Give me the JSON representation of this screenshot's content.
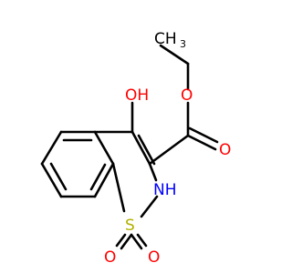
{
  "molecule": {
    "labels": {
      "hydroxyl": "OH",
      "carbonyl_oxygen": "O",
      "ester_oxygen": "O",
      "methyl_c": "CH",
      "methyl_sub": "3",
      "nh": "NH",
      "sulfur": "S",
      "sulfonyl_o_left": "O",
      "sulfonyl_o_right": "O"
    },
    "colors": {
      "oxygen": "#ff0000",
      "nitrogen": "#0000ff",
      "sulfur": "#b0b000",
      "carbon": "#000000"
    }
  }
}
